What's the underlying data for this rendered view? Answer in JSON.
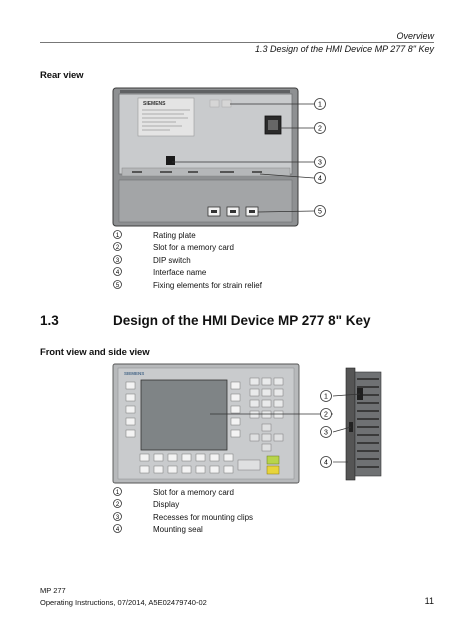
{
  "header": {
    "section": "Overview",
    "subsection": "1.3 Design of the HMI Device MP 277 8\" Key"
  },
  "rear": {
    "heading": "Rear view",
    "brand": "SIEMENS",
    "callouts": [
      "1",
      "2",
      "3",
      "4",
      "5"
    ],
    "legend": [
      "Rating plate",
      "Slot for a memory card",
      "DIP switch",
      "Interface name",
      "Fixing elements for strain relief"
    ]
  },
  "section": {
    "number": "1.3",
    "title": "Design of the HMI Device MP 277 8\" Key"
  },
  "front": {
    "heading": "Front view and side view",
    "brand": "SIEMENS",
    "callouts": [
      "1",
      "2",
      "3",
      "4"
    ],
    "legend": [
      "Slot for a memory card",
      "Display",
      "Recesses for mounting clips",
      "Mounting seal"
    ]
  },
  "footer": {
    "product": "MP 277",
    "doc": "Operating Instructions, 07/2014, A5E02479740-02",
    "page": "11"
  }
}
